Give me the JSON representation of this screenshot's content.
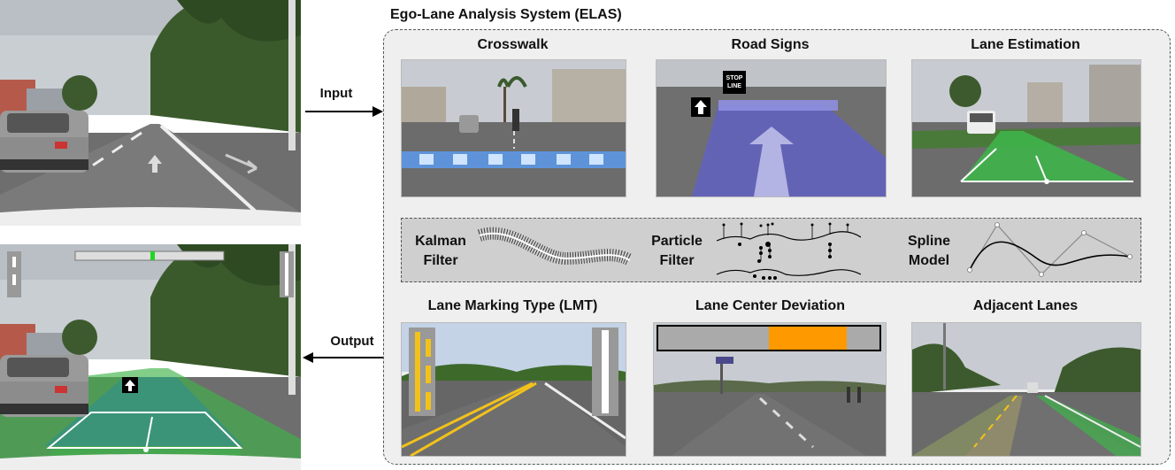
{
  "system_title": "Ego-Lane Analysis System (ELAS)",
  "arrows": {
    "input": "Input",
    "output": "Output"
  },
  "panels_top": [
    "Crosswalk",
    "Road Signs",
    "Lane Estimation"
  ],
  "panels_bottom": [
    "Lane Marking Type (LMT)",
    "Lane Center Deviation",
    "Adjacent Lanes"
  ],
  "filters": {
    "kalman": [
      "Kalman",
      "Filter"
    ],
    "particle": [
      "Particle",
      "Filter"
    ],
    "spline": [
      "Spline",
      "Model"
    ]
  },
  "road_sign_text": [
    "STOP",
    "LINE"
  ],
  "colors": {
    "lane_green": "#3fb44a",
    "crosswalk_blue": "#5aa0ff",
    "sign_purple": "#6060c8",
    "deviation_orange": "#ff9900",
    "lmt_yellow": "#f2c21a"
  }
}
